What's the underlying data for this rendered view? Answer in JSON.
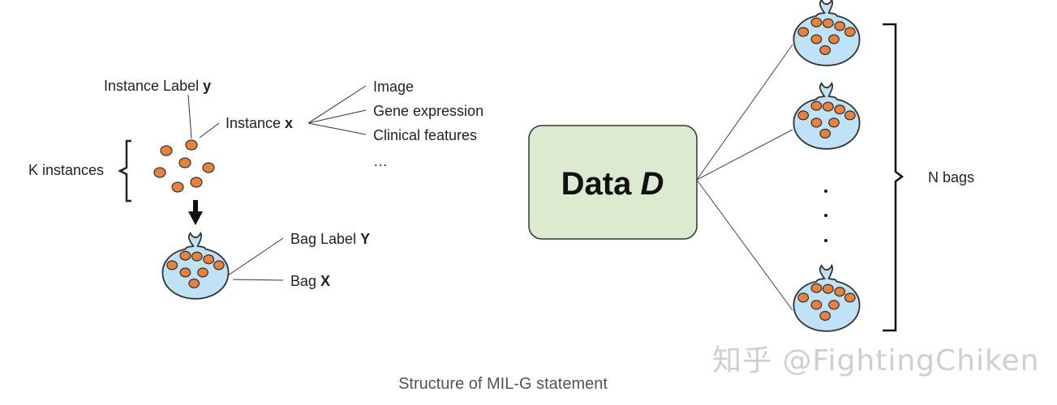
{
  "diagram": {
    "instance_label": {
      "text": "Instance Label ",
      "var": "y"
    },
    "instance": {
      "text": "Instance ",
      "var": "x"
    },
    "instance_types": [
      "Image",
      "Gene expression",
      "Clinical features",
      "…"
    ],
    "k_instances": "K instances",
    "bag_label": {
      "text": "Bag Label ",
      "var": "Y"
    },
    "bag": {
      "text": "Bag ",
      "var": "X"
    },
    "data": {
      "text": "Data ",
      "var": "D"
    },
    "n_bags": "N bags",
    "caption": "Structure of MIL-G statement",
    "watermark": "知乎 @FightingChiken"
  },
  "colors": {
    "instance_dot": "#e8813a",
    "dot_stroke": "#333333",
    "bag_fill": "#bfe2f6",
    "data_box": "#dcebcf",
    "line": "#333333"
  }
}
